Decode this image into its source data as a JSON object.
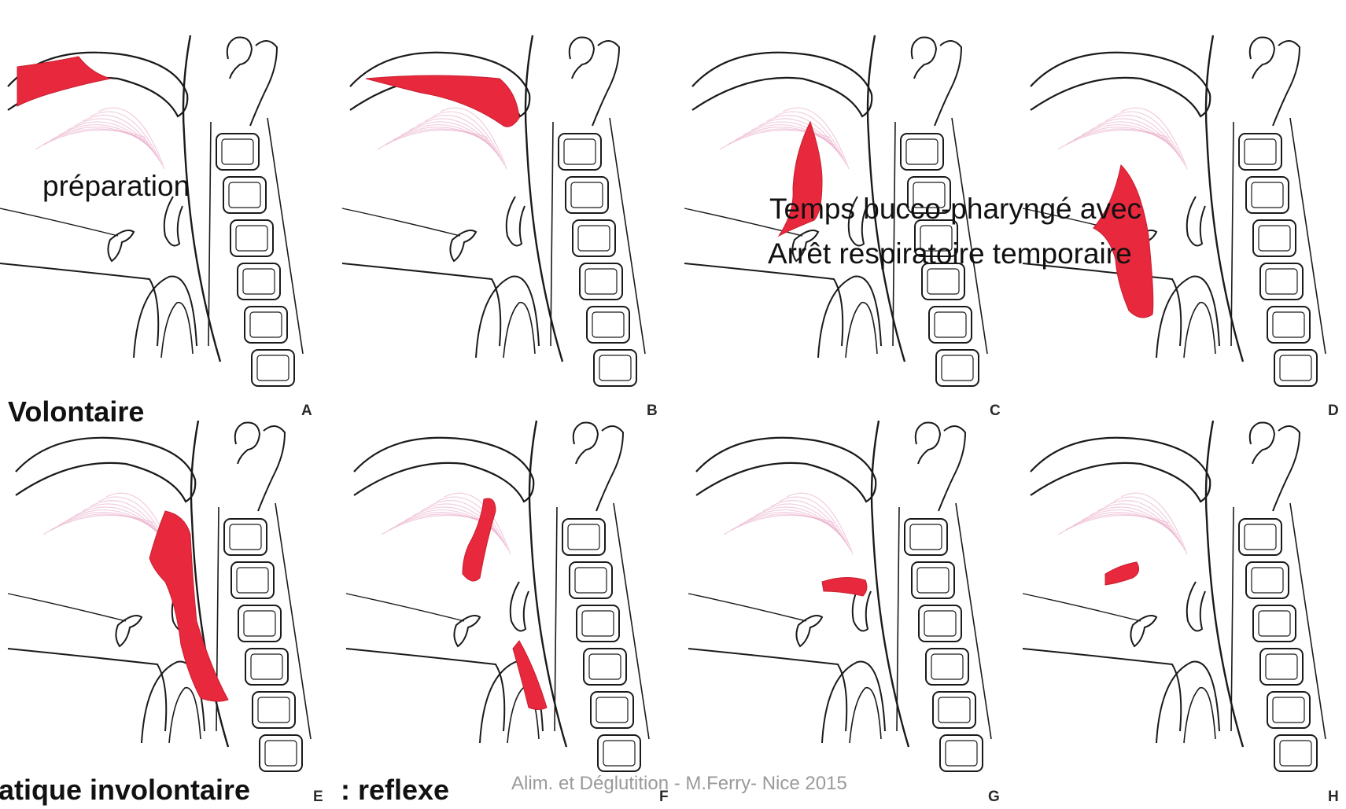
{
  "annotations": {
    "preparation": "préparation",
    "buccal_line1": "Temps bucco-pharyngé avec",
    "buccal_line2": "Arrêt respiratoire temporaire",
    "voluntary": "Volontaire",
    "involuntary_a": "atique involontaire",
    "involuntary_b": ": reflexe"
  },
  "panel_letters": [
    "A",
    "B",
    "C",
    "D",
    "E",
    "F",
    "G",
    "H"
  ],
  "footer": "Alim. et Déglutition - M.Ferry- Nice 2015",
  "colors": {
    "bolus": "#e8283c",
    "outline": "#1a1a1a",
    "muscle_hatch": "#e7a6c4",
    "background": "#ffffff"
  }
}
